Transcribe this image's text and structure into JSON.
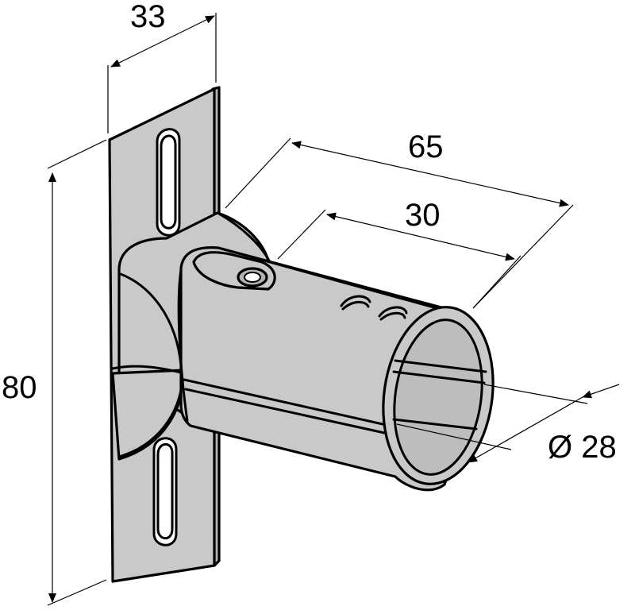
{
  "dimensions": {
    "width_top": "33",
    "height_left": "80",
    "length_total": "65",
    "length_slot": "30",
    "diameter": "Ø 28"
  }
}
